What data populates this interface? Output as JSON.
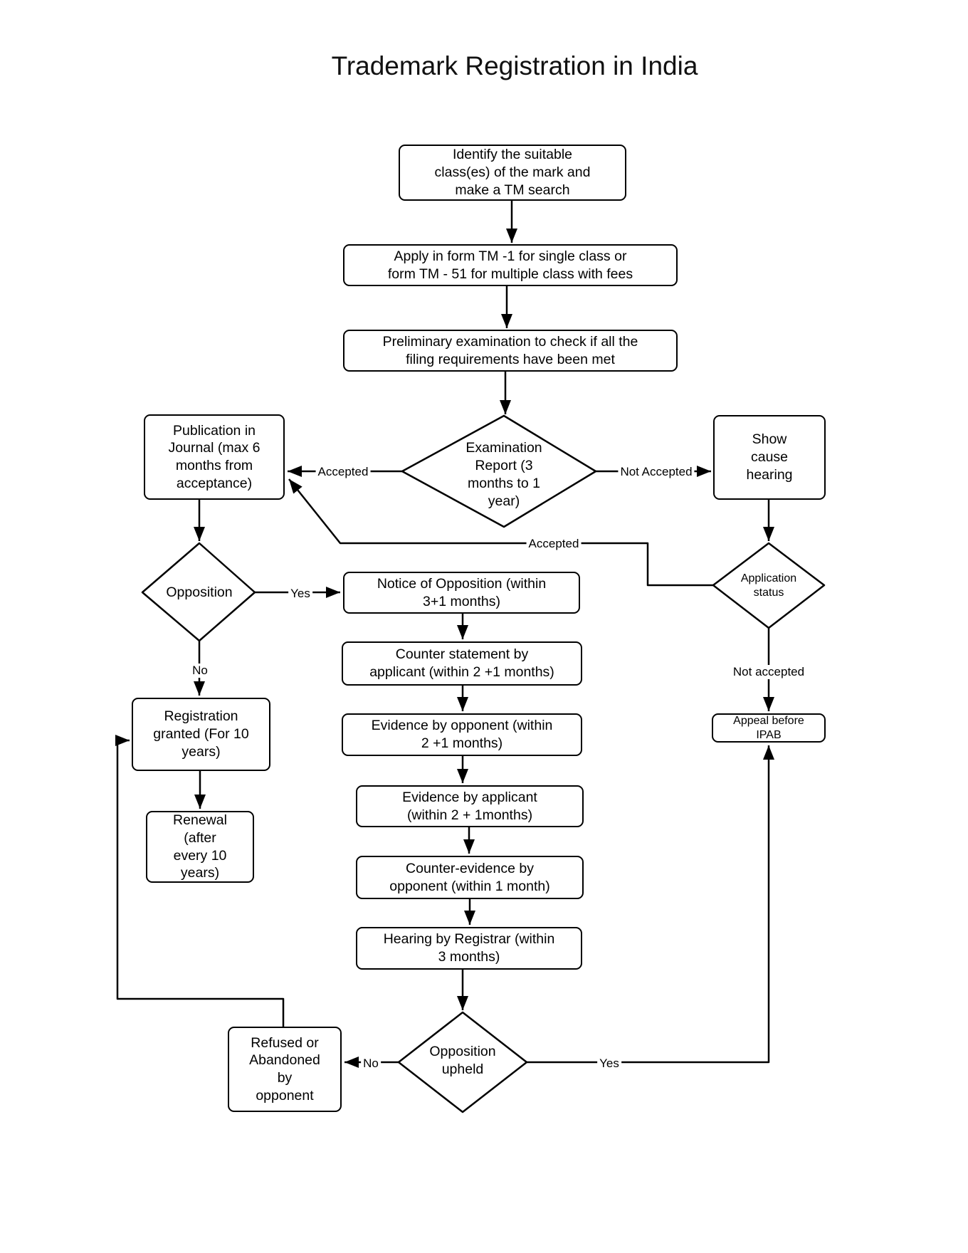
{
  "title": "Trademark Registration in India",
  "nodes": {
    "identify": "Identify the suitable\nclass(es) of the mark and\nmake a TM search",
    "apply": "Apply in form TM -1 for single class or\nform TM - 51 for multiple class with fees",
    "preliminary": "Preliminary examination to check if all the\nfiling requirements have been met",
    "publication": "Publication in\nJournal (max 6\nmonths from\nacceptance)",
    "show_cause": "Show\ncause\nhearing",
    "exam_report": "Examination\nReport (3\nmonths to 1\nyear)",
    "application_status": "Application\nstatus",
    "opposition": "Opposition",
    "notice": "Notice of Opposition (within\n3+1 months)",
    "counter_statement": "Counter statement by\napplicant (within 2 +1 months)",
    "evidence_opponent": "Evidence by opponent (within\n2 +1 months)",
    "evidence_applicant": "Evidence by applicant\n(within 2 + 1months)",
    "counter_evidence": "Counter-evidence by\nopponent (within 1 month)",
    "hearing": "Hearing by Registrar (within\n3 months)",
    "opposition_upheld": "Opposition\nupheld",
    "registration": "Registration\ngranted (For 10\nyears)",
    "renewal": "Renewal\n(after\nevery 10\nyears)",
    "refused": "Refused or\nAbandoned\nby\nopponent",
    "appeal": "Appeal before\nIPAB"
  },
  "edges": {
    "exam_accepted": "Accepted",
    "exam_not_accepted": "Not Accepted",
    "status_accepted": "Accepted",
    "opposition_yes": "Yes",
    "opposition_no": "No",
    "status_not_accepted": "Not accepted",
    "upheld_no": "No",
    "upheld_yes": "Yes"
  },
  "colors": {
    "stroke": "#000000",
    "background": "#ffffff"
  }
}
